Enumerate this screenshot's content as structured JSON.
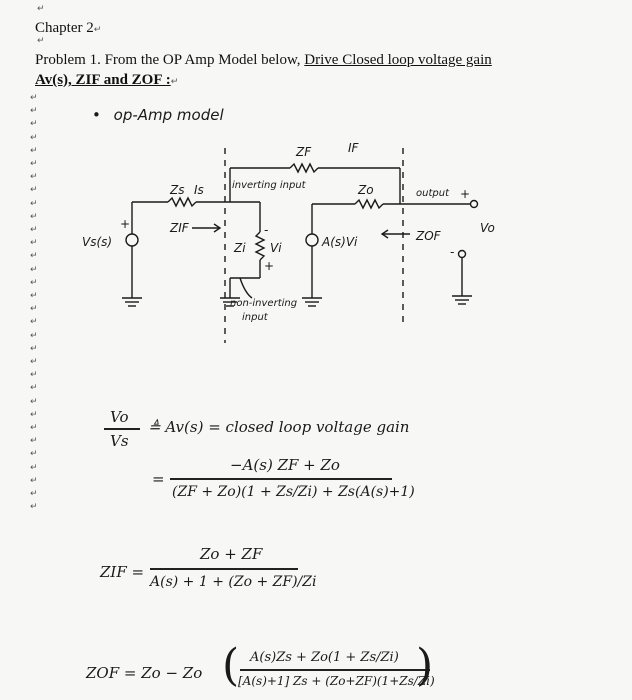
{
  "document": {
    "chapter": "Chapter 2",
    "problem": {
      "prefix": "Problem 1. From the OP Amp Model below, ",
      "underlined": "Drive Closed loop voltage gain",
      "line2": "Av(s),   ZIF and   ZOF :"
    },
    "paragraph_mark_count": 32
  },
  "notes": {
    "heading": "op-Amp model",
    "bullet": "•"
  },
  "circuit": {
    "labels": {
      "zf": "ZF",
      "if": "IF",
      "zs": "Zs",
      "is": "Is",
      "inverting_input": "inverting input",
      "zo": "Zo",
      "output": "output",
      "plus_out": "+",
      "vs": "Vs(s)",
      "zif": "ZIF",
      "zi": "Zi",
      "vi": "Vi",
      "avi": "A(s)Vi",
      "zof": "ZOF",
      "vo": "Vo",
      "minus_out": "-",
      "plus_src": "+",
      "plus_in": "+",
      "minus_in": "-",
      "non_inverting": "non-inverting",
      "input": "input"
    }
  },
  "equations": {
    "av_lhs_num": "Vo",
    "av_lhs_den": "Vs",
    "av_def": "≜ Av(s) = closed loop voltage gain",
    "av_num": "−A(s) ZF + Zo",
    "av_den": "(ZF + Zo)(1 + Zs/Zi) + Zs(A(s)+1)",
    "zif_lhs": "ZIF =",
    "zif_num": "Zo + ZF",
    "zif_den": "A(s) + 1 + (Zo + ZF)/Zi",
    "zof_lhs": "ZOF = Zo − Zo",
    "zof_num": "A(s)Zs + Zo(1 + Zs/Zi)",
    "zof_den": "[A(s)+1] Zs + (Zo+ZF)(1+Zs/Zi)"
  }
}
